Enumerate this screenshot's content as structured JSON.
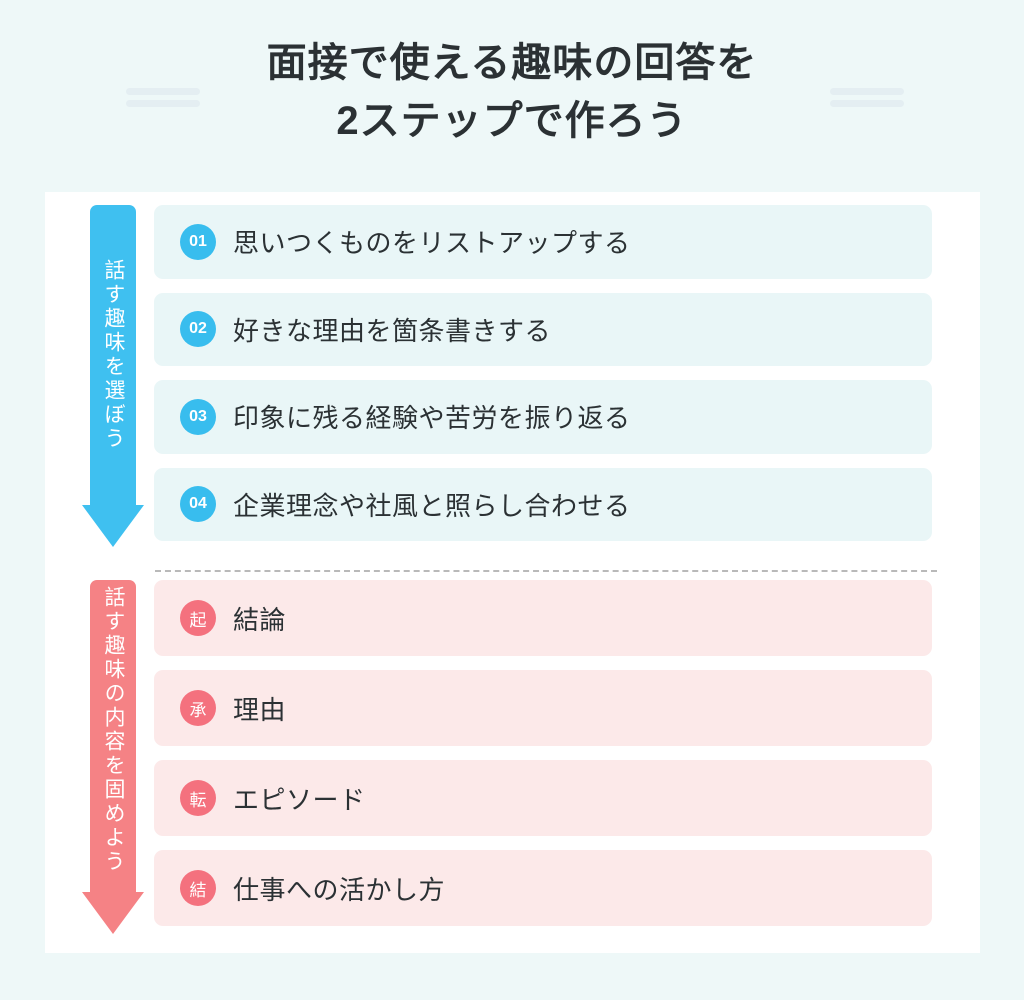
{
  "title": {
    "line1": "面接で使える趣味の回答を",
    "line2": "2ステップで作ろう"
  },
  "colors": {
    "background": "#eef8f8",
    "card": "#ffffff",
    "blue_accent": "#38bdee",
    "blue_arrow": "#3fc0f0",
    "blue_row_bg": "#e9f6f7",
    "red_accent": "#f4717e",
    "red_arrow": "#f58285",
    "red_row_bg": "#fce9e9",
    "text": "#2b3134",
    "divider": "#b9b9b9",
    "deco": "#e4eef2"
  },
  "sections": [
    {
      "arrow_label": "話す趣味を選ぼう",
      "theme": "blue",
      "rows": [
        {
          "badge": "01",
          "label": "思いつくものをリストアップする"
        },
        {
          "badge": "02",
          "label": "好きな理由を箇条書きする"
        },
        {
          "badge": "03",
          "label": "印象に残る経験や苦労を振り返る"
        },
        {
          "badge": "04",
          "label": "企業理念や社風と照らし合わせる"
        }
      ]
    },
    {
      "arrow_label": "話す趣味の内容を固めよう",
      "theme": "red",
      "rows": [
        {
          "badge": "起",
          "label": "結論"
        },
        {
          "badge": "承",
          "label": "理由"
        },
        {
          "badge": "転",
          "label": "エピソード"
        },
        {
          "badge": "結",
          "label": "仕事への活かし方"
        }
      ]
    }
  ]
}
